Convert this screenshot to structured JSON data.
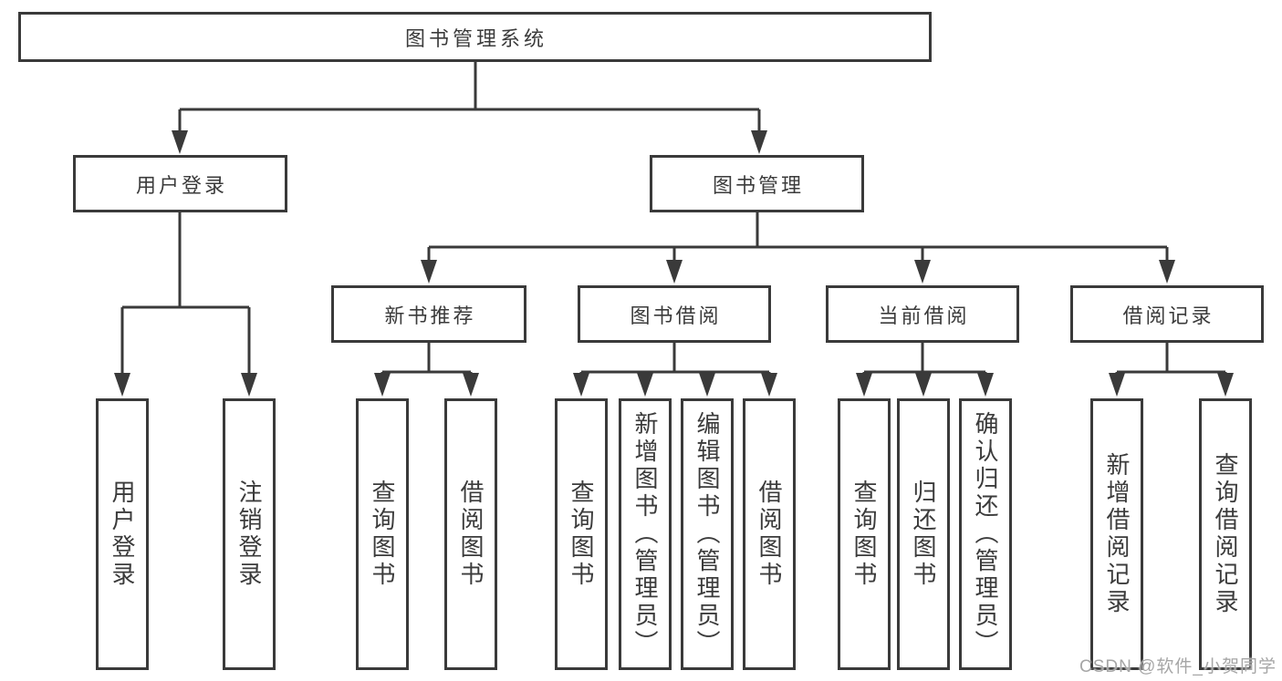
{
  "watermark": "CSDN @软件_小贺同学",
  "colors": {
    "line": "#3a3a3a",
    "box_border": "#3a3a3a",
    "text": "#3b3b3b",
    "background": "#ffffff",
    "watermark": "#a6a6a6"
  },
  "tree": {
    "root": {
      "label": "图书管理系统"
    },
    "children": [
      {
        "label": "用户登录",
        "children": [
          {
            "label": "用户登录"
          },
          {
            "label": "注销登录"
          }
        ]
      },
      {
        "label": "图书管理",
        "children": [
          {
            "label": "新书推荐",
            "children": [
              {
                "label": "查询图书"
              },
              {
                "label": "借阅图书"
              }
            ]
          },
          {
            "label": "图书借阅",
            "children": [
              {
                "label": "查询图书"
              },
              {
                "label": "新增图书（管理员）"
              },
              {
                "label": "编辑图书（管理员）"
              },
              {
                "label": "借阅图书"
              }
            ]
          },
          {
            "label": "当前借阅",
            "children": [
              {
                "label": "查询图书"
              },
              {
                "label": "归还图书"
              },
              {
                "label": "确认归还（管理员）"
              }
            ]
          },
          {
            "label": "借阅记录",
            "children": [
              {
                "label": "新增借阅记录"
              },
              {
                "label": "查询借阅记录"
              }
            ]
          }
        ]
      }
    ]
  }
}
